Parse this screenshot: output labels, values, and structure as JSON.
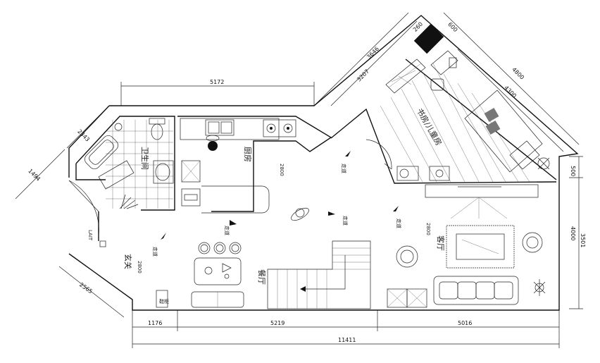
{
  "rooms": {
    "bathroom": "卫生间",
    "kitchen": "厨房",
    "study_kids": "书房/儿童房",
    "living": "客厅",
    "dining": "餐厅",
    "entrance": "玄关",
    "entrance_en": "LAIT"
  },
  "labels": {
    "aisle": "走道",
    "shoe_cabinet": "鞋柜"
  },
  "dimensions": {
    "top_kitchen": "5172",
    "bathroom_diag1": "2343",
    "bathroom_diag2": "1494",
    "bottom_left_diag": "2565",
    "study_outer": "3646",
    "study_inner": "3207",
    "corner_small_a": "260",
    "corner_small_b": "600",
    "right_outer": "4800",
    "right_inner": "4300",
    "right_v_top": "500",
    "right_v_mid": "4000",
    "right_v_low": "3501",
    "bottom_seg1": "1176",
    "bottom_seg2": "5219",
    "bottom_seg3": "5016",
    "bottom_total": "11411",
    "ceiling": "2800"
  }
}
